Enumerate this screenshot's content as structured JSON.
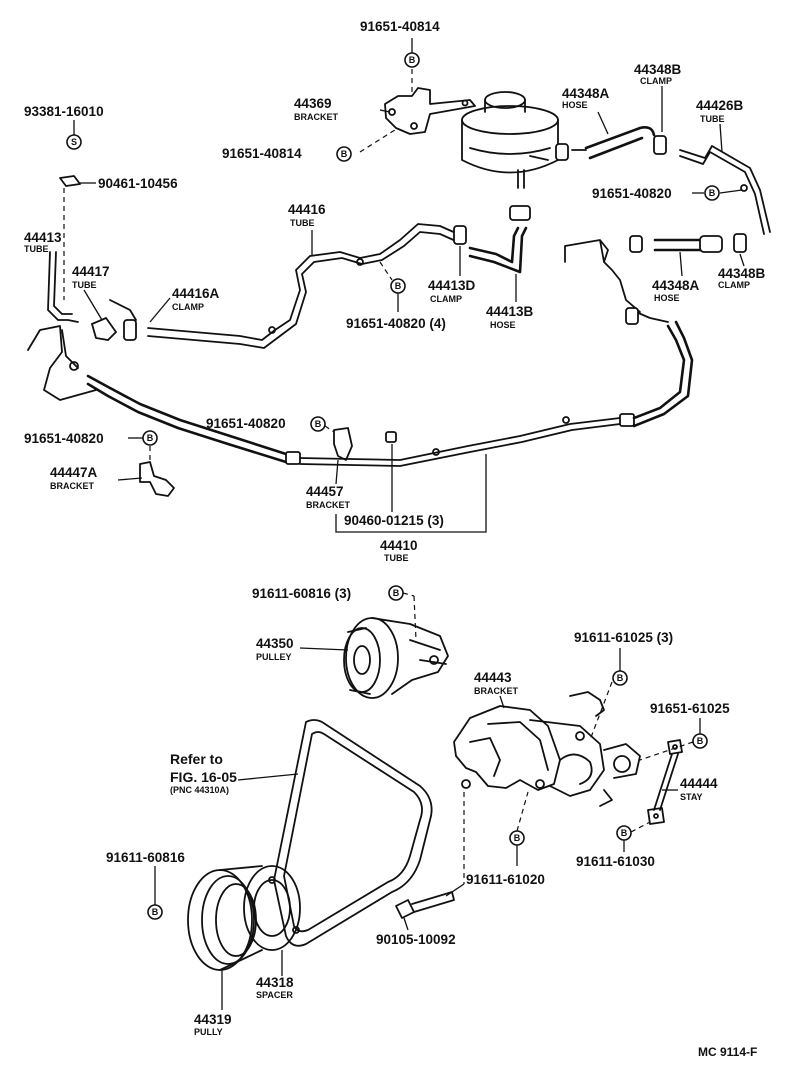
{
  "labels": {
    "p91651_40814_top": "91651-40814",
    "p44369": "44369",
    "p44369_sub": "BRACKET",
    "p91651_40814_mid": "91651-40814",
    "p93381_16010": "93381-16010",
    "p90461_10456": "90461-10456",
    "p44413": "44413",
    "p44413_sub": "TUBE",
    "p44417": "44417",
    "p44417_sub": "TUBE",
    "p44416A": "44416A",
    "p44416A_sub": "CLAMP",
    "p44416": "44416",
    "p44416_sub": "TUBE",
    "p44413D": "44413D",
    "p44413D_sub": "CLAMP",
    "p44413B": "44413B",
    "p44413B_sub": "HOSE",
    "p91651_40820_4": "91651-40820 (4)",
    "p44348A_top": "44348A",
    "p44348A_top_sub": "HOSE",
    "p44348B_top": "44348B",
    "p44348B_top_sub": "CLAMP",
    "p44426B": "44426B",
    "p44426B_sub": "TUBE",
    "p91651_40820_right": "91651-40820",
    "p44348A_bot": "44348A",
    "p44348A_bot_sub": "HOSE",
    "p44348B_bot": "44348B",
    "p44348B_bot_sub": "CLAMP",
    "p91651_40820_left": "91651-40820",
    "p44447A": "44447A",
    "p44447A_sub": "BRACKET",
    "p91651_40820_center": "91651-40820",
    "p44457": "44457",
    "p44457_sub": "BRACKET",
    "p90460_01215": "90460-01215 (3)",
    "p44410": "44410",
    "p44410_sub": "TUBE",
    "p91611_60816_3": "91611-60816 (3)",
    "p44350": "44350",
    "p44350_sub": "PULLEY",
    "p91611_61025_3": "91611-61025 (3)",
    "p44443": "44443",
    "p44443_sub": "BRACKET",
    "p91651_61025": "91651-61025",
    "p44444": "44444",
    "p44444_sub": "STAY",
    "refer_line1": "Refer to",
    "refer_line2": "FIG. 16-05",
    "refer_line3": "(PNC 44310A)",
    "p91611_60816": "91611-60816",
    "p91611_61020": "91611-61020",
    "p91611_61030": "91611-61030",
    "p90105_10092": "90105-10092",
    "p44318": "44318",
    "p44318_sub": "SPACER",
    "p44319": "44319",
    "p44319_sub": "PULLY",
    "caption": "MC 9114-F"
  },
  "symbols": {
    "bolt": "B",
    "screw": "S"
  }
}
